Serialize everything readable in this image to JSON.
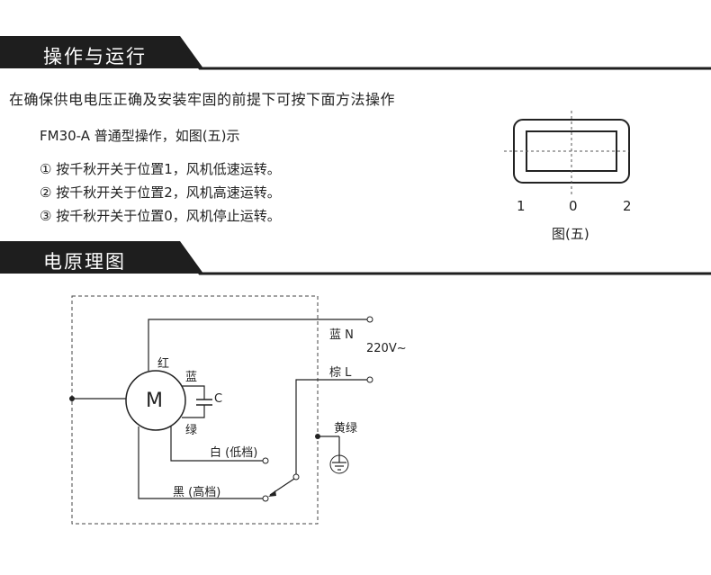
{
  "section_operation": {
    "title": "操作与运行"
  },
  "intro": "在确保供电电压正确及安装牢固的前提下可按下面方法操作",
  "op_title": "FM30-A 普通型操作，如图(五)示",
  "steps": [
    "① 按千秋开关于位置1，风机低速运转。",
    "② 按千秋开关于位置2，风机高速运转。",
    "③ 按千秋开关于位置0，风机停止运转。"
  ],
  "switch_figure": {
    "positions": [
      "1",
      "0",
      "2"
    ],
    "caption": "图(五)"
  },
  "section_schematic": {
    "title": "电原理图"
  },
  "schematic": {
    "motor_label": "M",
    "wire_red": "红",
    "wire_blue": "蓝",
    "capacitor_label": "C",
    "wire_green": "绿",
    "terminal_blue_n": "蓝 N",
    "voltage": "220V~",
    "terminal_brown_l": "棕 L",
    "ground_label": "黄绿",
    "white_low": "白 (低档)",
    "black_high": "黑 (高档)"
  }
}
